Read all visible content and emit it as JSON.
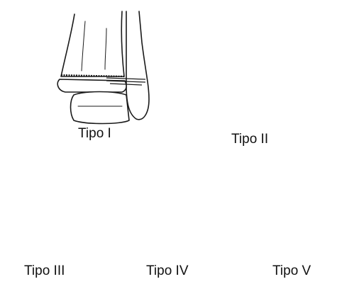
{
  "figures": [
    {
      "key": "t1",
      "label": "Tipo I"
    },
    {
      "key": "t2",
      "label": "Tipo II"
    },
    {
      "key": "t3",
      "label": "Tipo III"
    },
    {
      "key": "t4",
      "label": "Tipo IV"
    },
    {
      "key": "t5",
      "label": "Tipo V"
    }
  ],
  "colors": {
    "line": "#1a1a1a",
    "background": "#ffffff"
  }
}
